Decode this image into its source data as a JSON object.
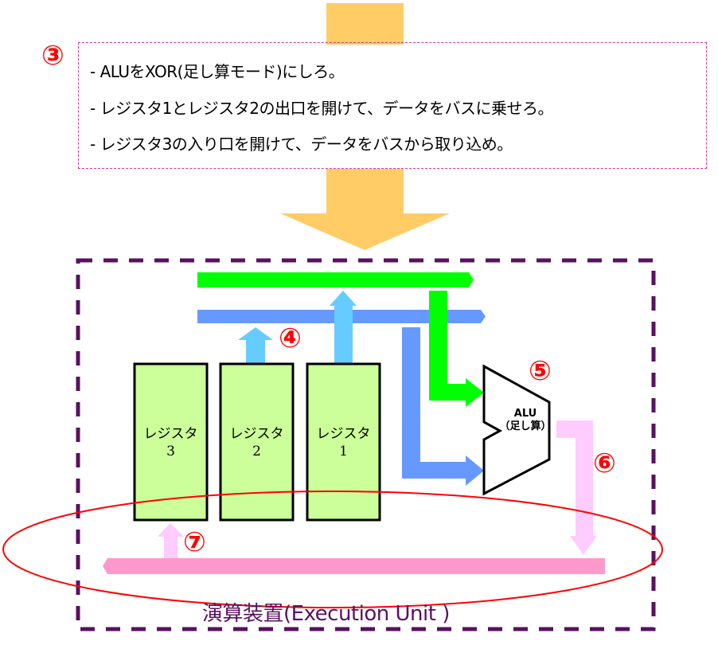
{
  "step_markers": {
    "step3": "③",
    "step4": "④",
    "step5": "⑤",
    "step6": "⑥",
    "step7": "⑦"
  },
  "instructions": [
    "- ALUをXOR(足し算モード)にしろ。",
    "-  レジスタ1とレジスタ2の出口を開けて、データをバスに乗せろ。",
    "- レジスタ3の入り口を開けて、データをバスから取り込め。"
  ],
  "registers": [
    {
      "label": "レジスタ",
      "number": "3"
    },
    {
      "label": "レジスタ",
      "number": "2"
    },
    {
      "label": "レジスタ",
      "number": "1"
    }
  ],
  "alu": {
    "label": "ALU",
    "mode": "（足し算）"
  },
  "execution_unit": {
    "title": "演算装置(Execution Unit )"
  },
  "colors": {
    "orange_arrow": "#ffcc66",
    "instruction_border": "#e0359a",
    "unit_border": "#5a1060",
    "bus_green": "#00ff00",
    "bus_blue": "#6699ff",
    "arrow_lightblue": "#66ccff",
    "register_fill": "#ccff99",
    "result_pink_light": "#ffccff",
    "result_bus_pink": "#ff99cc",
    "highlight_red": "#ff0000"
  }
}
